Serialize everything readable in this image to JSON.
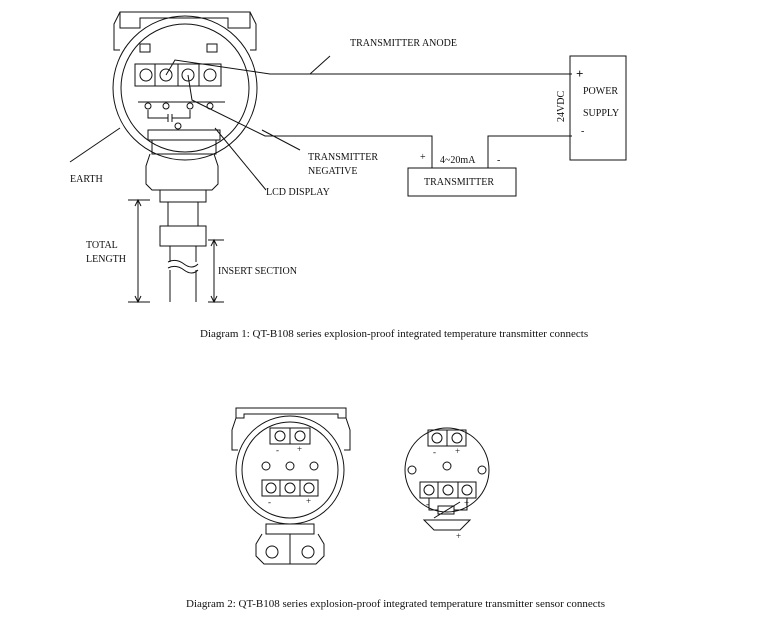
{
  "diagram1": {
    "labels": {
      "transmitter_anode": "TRANSMITTER ANODE",
      "transmitter_negative_1": "TRANSMITTER",
      "transmitter_negative_2": "NEGATIVE",
      "earth": "EARTH",
      "lcd_display": "LCD DISPLAY",
      "total_length_1": "TOTAL",
      "total_length_2": "LENGTH",
      "insert_section": "INSERT SECTION",
      "current_range": "4~20mA",
      "transmitter_box": "TRANSMITTER",
      "voltage": "24VDC",
      "power": "POWER",
      "supply": "SUPPLY",
      "plus": "+",
      "minus": "-"
    },
    "caption": "Diagram 1: QT-B108 series explosion-proof integrated temperature transmitter connects"
  },
  "diagram2": {
    "caption": "Diagram 2: QT-B108 series explosion-proof integrated temperature transmitter sensor connects"
  }
}
